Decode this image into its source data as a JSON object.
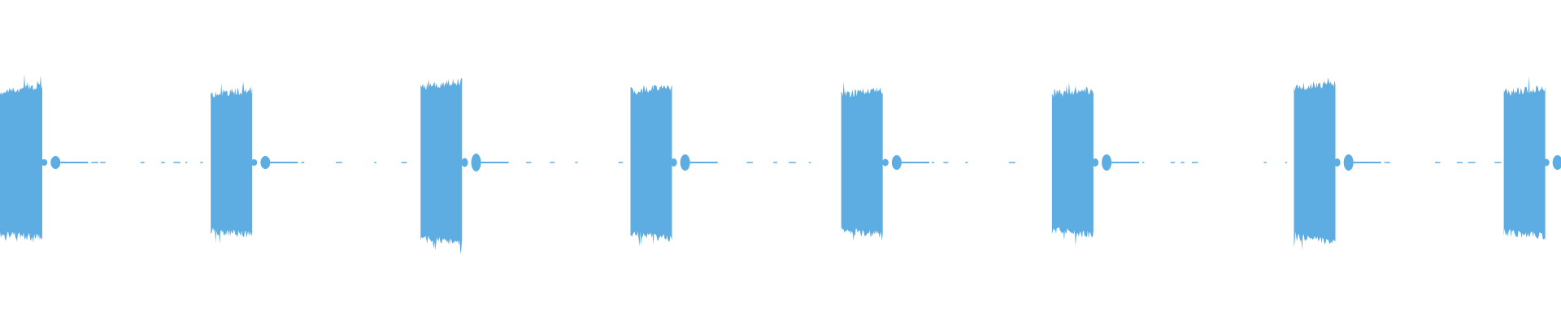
{
  "waveform": {
    "color": "#5dade2",
    "background": "#ffffff",
    "duration_s": 9.0,
    "bursts": [
      {
        "start_s": 0.0,
        "end_s": 0.245,
        "amplitude": 0.44
      },
      {
        "start_s": 1.215,
        "end_s": 1.455,
        "amplitude": 0.42
      },
      {
        "start_s": 2.425,
        "end_s": 2.665,
        "amplitude": 0.47
      },
      {
        "start_s": 3.635,
        "end_s": 3.875,
        "amplitude": 0.44
      },
      {
        "start_s": 4.85,
        "end_s": 5.09,
        "amplitude": 0.42
      },
      {
        "start_s": 6.065,
        "end_s": 6.305,
        "amplitude": 0.42
      },
      {
        "start_s": 7.46,
        "end_s": 7.7,
        "amplitude": 0.46
      },
      {
        "start_s": 8.67,
        "end_s": 8.91,
        "amplitude": 0.43
      }
    ],
    "blips": [
      {
        "at_s": 0.32,
        "amplitude": 0.04
      },
      {
        "at_s": 1.53,
        "amplitude": 0.04
      },
      {
        "at_s": 2.745,
        "amplitude": 0.055
      },
      {
        "at_s": 3.95,
        "amplitude": 0.05
      },
      {
        "at_s": 5.17,
        "amplitude": 0.045
      },
      {
        "at_s": 6.38,
        "amplitude": 0.05
      },
      {
        "at_s": 7.775,
        "amplitude": 0.05
      },
      {
        "at_s": 8.98,
        "amplitude": 0.045
      }
    ]
  }
}
